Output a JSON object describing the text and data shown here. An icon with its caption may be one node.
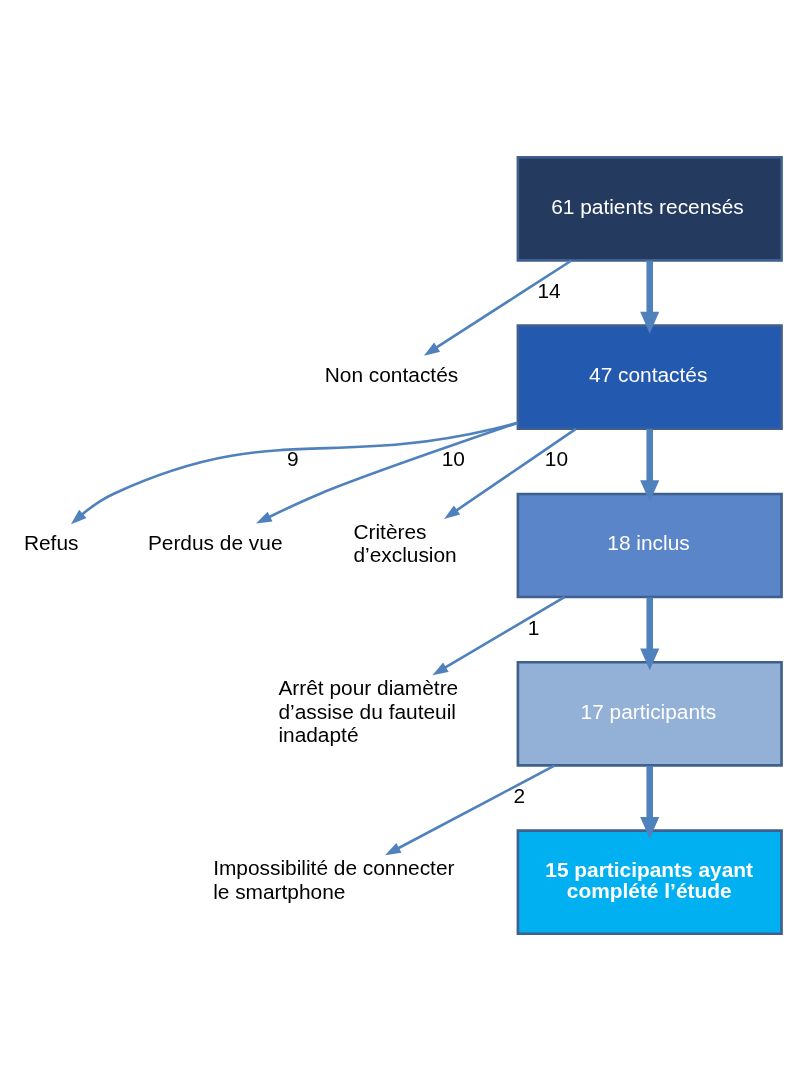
{
  "diagram": {
    "nodes": [
      {
        "text": [
          "61 patients recensés"
        ]
      },
      {
        "text": [
          "Non contactés"
        ]
      },
      {
        "text": [
          "47 contactés"
        ]
      },
      {
        "text": [
          "Refus"
        ]
      },
      {
        "text": [
          "Perdus de vue"
        ]
      },
      {
        "text": [
          "Critères d’exclusion"
        ]
      },
      {
        "text": [
          "18 inclus"
        ]
      },
      {
        "text": [
          "Arrêt pour diamètre d’assise du fauteuil inadapté"
        ]
      },
      {
        "text": [
          "17 participants"
        ]
      },
      {
        "text": [
          "Impossibilité de connecter le smartphone"
        ]
      },
      {
        "text": [
          "15 participants ayant complété l’étude"
        ]
      }
    ],
    "edges": [
      {
        "from": 0,
        "to": 2,
        "arrow": "to",
        "style": "thick"
      },
      {
        "from": 0,
        "to": 1,
        "arrow": "to",
        "label": "14"
      },
      {
        "from": 2,
        "to": 6,
        "arrow": "to",
        "style": "thick"
      },
      {
        "from": 2,
        "to": 3,
        "arrow": "to",
        "label": "9"
      },
      {
        "from": 2,
        "to": 4,
        "arrow": "to",
        "label": "10"
      },
      {
        "from": 2,
        "to": 5,
        "arrow": "to",
        "label": "10"
      },
      {
        "from": 6,
        "to": 8,
        "arrow": "to",
        "style": "thick"
      },
      {
        "from": 6,
        "to": 7,
        "arrow": "to",
        "label": "1"
      },
      {
        "from": 8,
        "to": 10,
        "arrow": "to",
        "style": "thick"
      },
      {
        "from": 8,
        "to": 9,
        "arrow": "to",
        "label": "2"
      }
    ]
  }
}
